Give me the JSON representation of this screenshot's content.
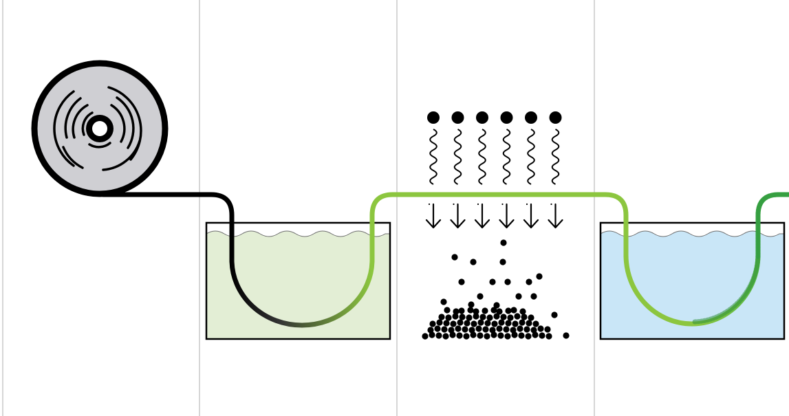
{
  "diagram": {
    "stage_count": 4,
    "colors": {
      "background": "#ffffff",
      "divider": "#c9c9c9",
      "reel_fill": "#cfcfd3",
      "outline": "#000000",
      "fiber_raw": "#000000",
      "fiber_treated": "#8cc63f",
      "fiber_final": "#3fb24a",
      "bath_1_liquid": "#e3eed5",
      "bath_2_liquid": "#c9e6f7",
      "particle": "#000000"
    },
    "icons": {
      "reel": "fiber-spool-icon",
      "emitter": "particle-emitter-icon",
      "arrow": "down-arrow-icon",
      "wave": "wavy-line-icon"
    },
    "emitters": 6,
    "deposited_particles": 72
  }
}
